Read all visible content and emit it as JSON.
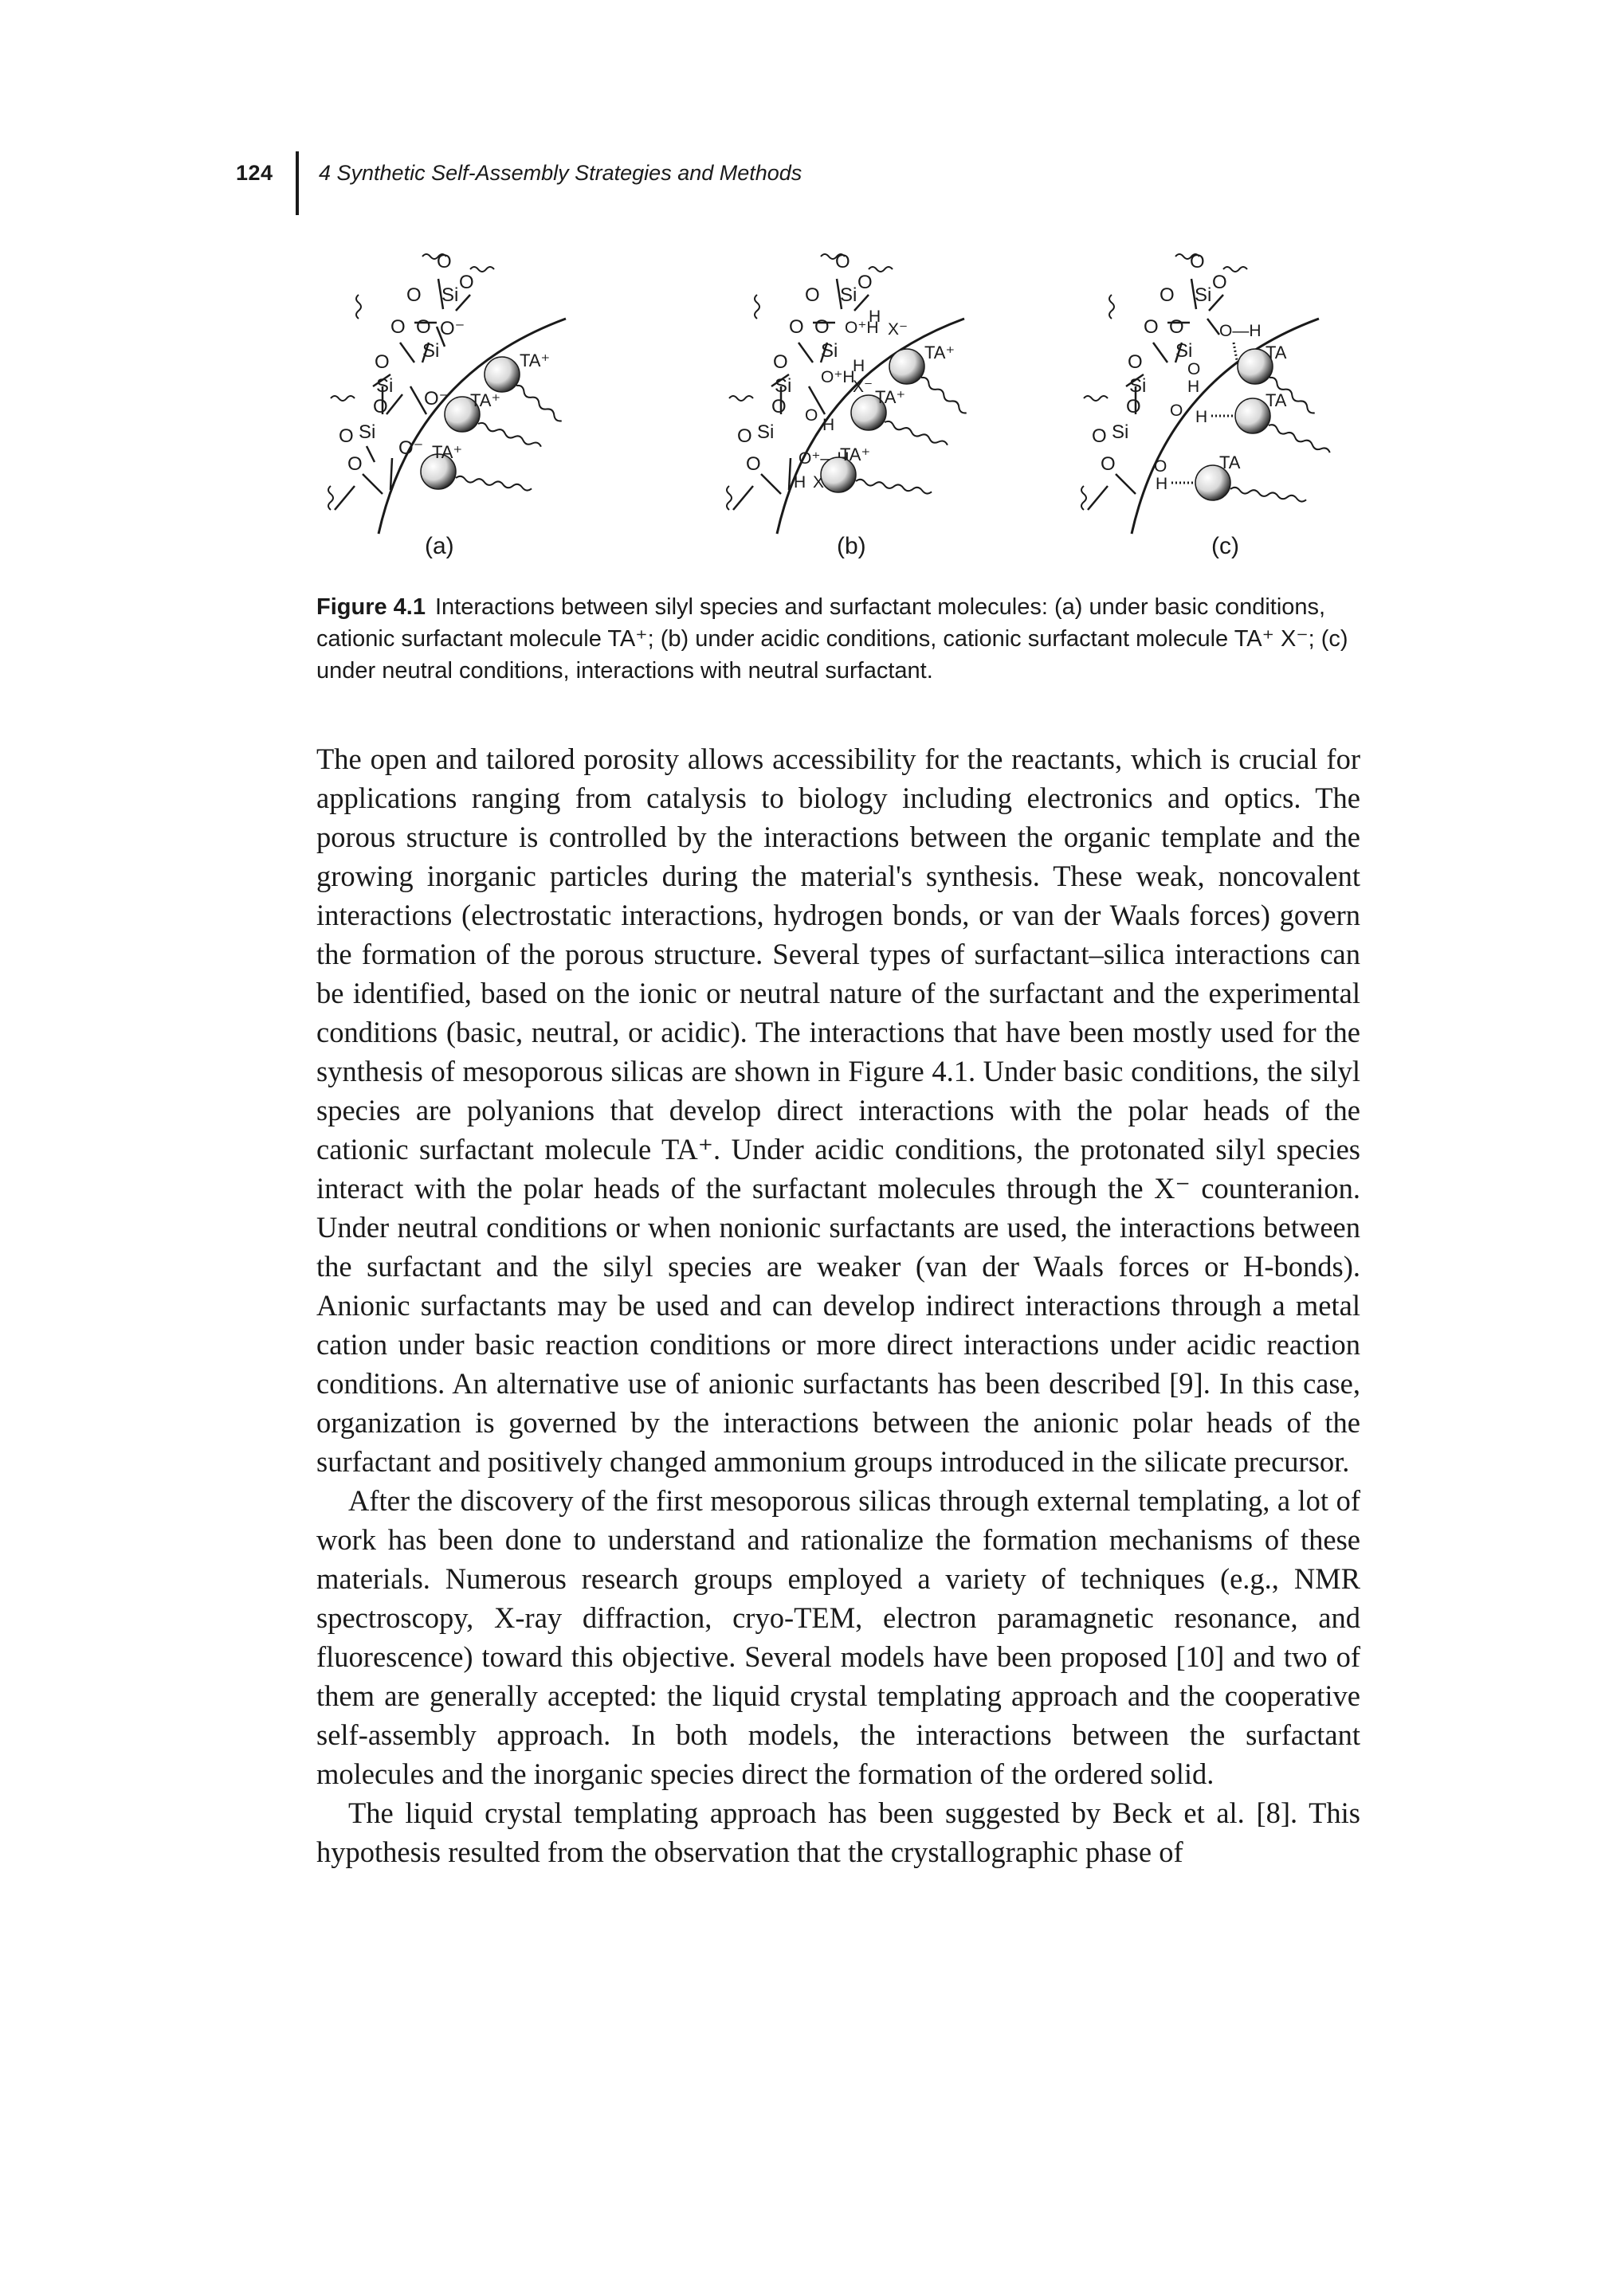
{
  "header": {
    "page_number": "124",
    "running_head": "4 Synthetic Self-Assembly Strategies and Methods"
  },
  "figure": {
    "panels": [
      {
        "label": "(a)",
        "atoms": [
          "O",
          "O",
          "Si",
          "O",
          "O",
          "Si",
          "O",
          "O",
          "Si",
          "O",
          "O",
          "O",
          "O"
        ],
        "charges": [
          "O-",
          "O-",
          "O-"
        ],
        "species": [
          "TA+",
          "TA+",
          "TA+"
        ]
      },
      {
        "label": "(b)",
        "atoms": [
          "O",
          "O",
          "Si",
          "O",
          "O",
          "Si",
          "O",
          "O",
          "Si",
          "O",
          "O"
        ],
        "groups": [
          "O+H",
          "H",
          "X-",
          "O+H",
          "H",
          "X-",
          "O",
          "H",
          "O+—H",
          "H",
          "X-"
        ],
        "species": [
          "TA+",
          "TA+",
          "TA+"
        ]
      },
      {
        "label": "(c)",
        "atoms": [
          "O",
          "O",
          "Si",
          "O",
          "O",
          "Si",
          "O",
          "O",
          "Si",
          "O",
          "O"
        ],
        "groups": [
          "O—H",
          "O",
          "H",
          "O",
          "H",
          "O",
          "H"
        ],
        "species": [
          "TA",
          "TA",
          "TA"
        ]
      }
    ]
  },
  "caption": {
    "label": "Figure 4.1",
    "text": "Interactions between silyl species and surfactant molecules: (a) under basic conditions, cationic surfactant molecule TA⁺; (b) under acidic conditions, cationic surfactant molecule TA⁺ X⁻; (c) under neutral conditions, interactions with neutral surfactant."
  },
  "body": {
    "paragraphs": [
      "The open and tailored porosity allows accessibility for the reactants, which is crucial for applications ranging from catalysis to biology including electronics and optics. The porous structure is controlled by the interactions between the organic template and the growing inorganic particles during the material's syn­thesis. These weak, noncovalent interactions (electrostatic interactions, hydrogen bonds, or van der Waals forces) govern the formation of the porous structure. Several types of surfactant–silica interactions can be identified, based on the ionic or neutral nature of the surfactant and the experimental conditions (basic, neutral, or acidic). The interactions that have been mostly used for the synthesis of mesoporous silicas are shown in Figure 4.1. Under basic conditions, the silyl species are polyanions that develop direct interactions with the polar heads of the cationic surfactant molecule TA⁺. Under acidic conditions, the protonated silyl species interact with the polar heads of the surfactant molecules through the X⁻ counteranion. Under neutral conditions or when nonionic surfactants are used, the interactions between the surfactant and the silyl species are weaker (van der Waals forces or H-bonds). Anionic surfactants may be used and can develop indirect interactions through a metal cation under basic reaction condi­tions or more direct interactions under acidic reaction conditions. An alternative use of anionic surfactants has been described [9]. In this case, organization is governed by the interactions between the anionic polar heads of the surfactant and positively changed ammonium groups introduced in the silicate precursor.",
      "After the discovery of the first mesoporous silicas through external templating, a lot of work has been done to understand and rationalize the formation mecha­nisms of these materials. Numerous research groups employed a variety of tech­niques (e.g., NMR spectroscopy, X-ray diffraction, cryo-TEM, electron paramagnetic resonance, and fluorescence) toward this objective. Several models have been proposed [10] and two of them are generally accepted: the liquid crys­tal templating approach and the cooperative self-assembly approach. In both models, the interactions between the surfactant molecules and the inorganic spe­cies direct the formation of the ordered solid.",
      "The liquid crystal templating approach has been suggested by Beck et al. [8]. This hypothesis resulted from the observation that the crystallographic phase of"
    ]
  }
}
